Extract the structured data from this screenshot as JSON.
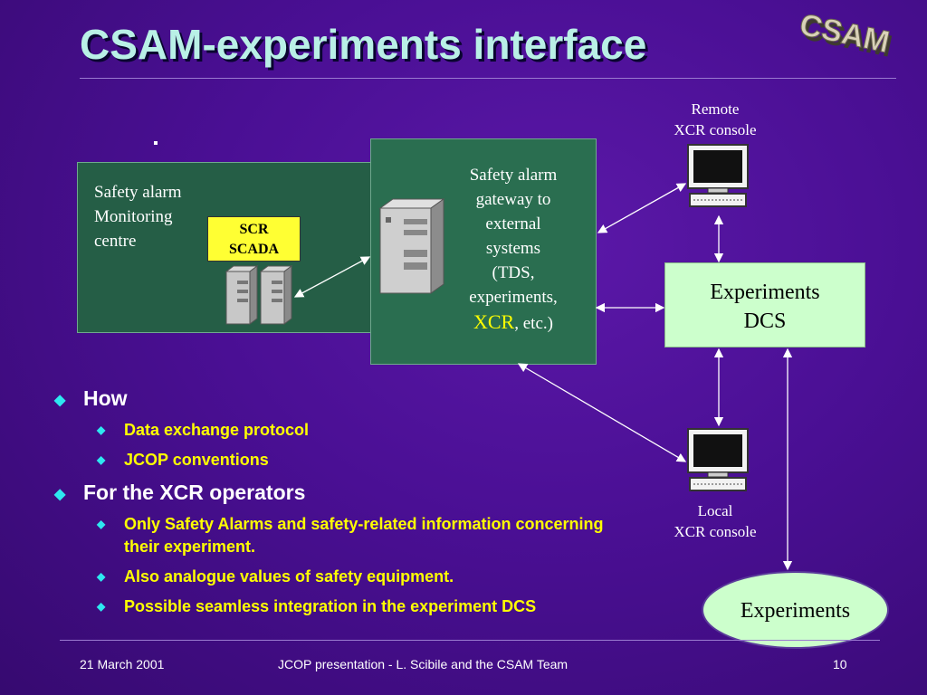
{
  "slide": {
    "title": "CSAM-experiments interface",
    "logo_text": "CSAM",
    "page_number": "10"
  },
  "diagram": {
    "monitoring_centre": {
      "line1": "Safety alarm",
      "line2": "Monitoring",
      "line3": "centre"
    },
    "scr_scada": {
      "line1": "SCR",
      "line2": "SCADA"
    },
    "gateway": {
      "line1": "Safety alarm",
      "line2": "gateway to",
      "line3": "external",
      "line4": "systems",
      "line5": "(TDS,",
      "line6": "experiments,",
      "highlight": "XCR",
      "suffix": ", etc.)"
    },
    "remote_console": {
      "line1": "Remote",
      "line2": "XCR console"
    },
    "local_console": {
      "line1": "Local",
      "line2": "XCR console"
    },
    "experiments_dcs": {
      "line1": "Experiments",
      "line2": "DCS"
    },
    "experiments": "Experiments"
  },
  "bullets": [
    {
      "text": "How",
      "children": [
        "Data exchange protocol",
        "JCOP conventions"
      ]
    },
    {
      "text": "For the XCR operators",
      "children": [
        "Only Safety Alarms and safety-related information concerning their experiment.",
        "Also analogue values of safety equipment.",
        "Possible seamless integration in the experiment DCS"
      ]
    }
  ],
  "footer": {
    "date": "21 March 2001",
    "center": "JCOP presentation - L. Scibile and the CSAM Team",
    "page": "10"
  },
  "colors": {
    "background": "#4a0f94",
    "title": "#b9f0e6",
    "bullet_l1": "#ffffff",
    "bullet_l2": "#ffff00",
    "bullet_marker": "#2ee8f0",
    "gateway_box": "#2a6e50",
    "dcs_box": "#ccffcc",
    "scr_box": "#ffff33"
  }
}
